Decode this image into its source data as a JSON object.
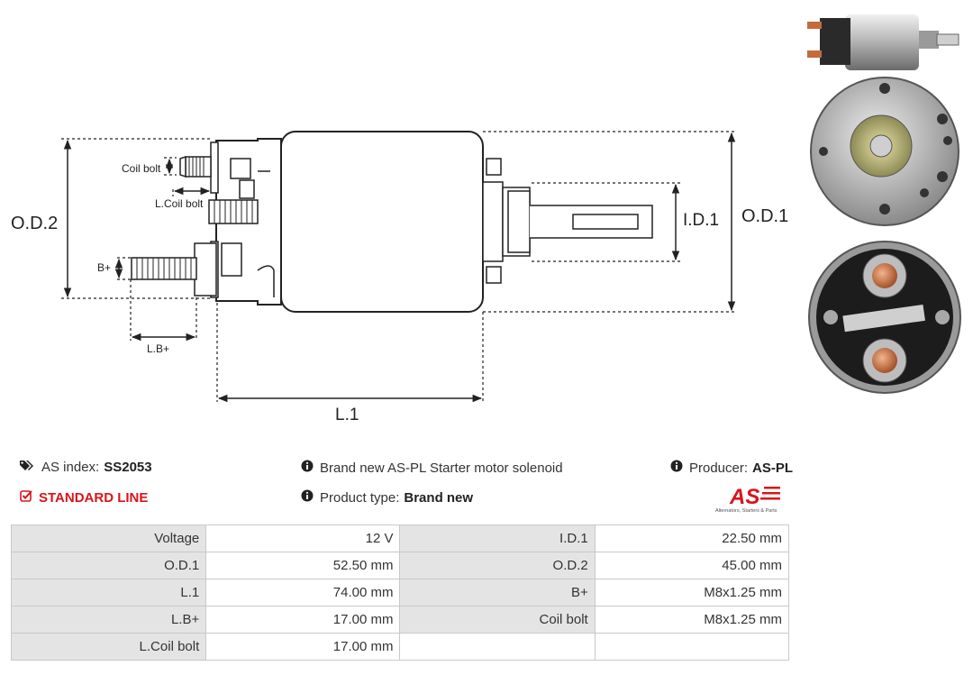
{
  "diagram": {
    "labels": {
      "od2": "O.D.2",
      "od1": "O.D.1",
      "id1": "I.D.1",
      "l1": "L.1",
      "coil_bolt": "Coil bolt",
      "l_coil_bolt": "L.Coil bolt",
      "b_plus": "B+",
      "l_b_plus": "L.B+"
    }
  },
  "info": {
    "as_index_label": "AS index:",
    "as_index_value": "SS2053",
    "line": "STANDARD LINE",
    "description": "Brand new AS-PL Starter motor solenoid",
    "product_type_label": "Product type:",
    "product_type_value": "Brand new",
    "producer_label": "Producer:",
    "producer_value": "AS-PL",
    "logo_text": "AS",
    "logo_tagline": "Alternators, Starters & Parts"
  },
  "colors": {
    "accent": "#d9141b",
    "key_cell": "#e4e4e4",
    "border": "#c8c8c8"
  },
  "icons": {
    "tag": "tags-icon",
    "info": "info-circle-icon",
    "check": "check-square-icon"
  },
  "specs": [
    [
      {
        "k": "Voltage",
        "v": "12 V"
      },
      {
        "k": "I.D.1",
        "v": "22.50 mm"
      }
    ],
    [
      {
        "k": "O.D.1",
        "v": "52.50 mm"
      },
      {
        "k": "O.D.2",
        "v": "45.00 mm"
      }
    ],
    [
      {
        "k": "L.1",
        "v": "74.00 mm"
      },
      {
        "k": "B+",
        "v": "M8x1.25 mm"
      }
    ],
    [
      {
        "k": "L.B+",
        "v": "17.00 mm"
      },
      {
        "k": "Coil bolt",
        "v": "M8x1.25 mm"
      }
    ],
    [
      {
        "k": "L.Coil bolt",
        "v": "17.00 mm"
      },
      {
        "k": "",
        "v": ""
      }
    ]
  ]
}
